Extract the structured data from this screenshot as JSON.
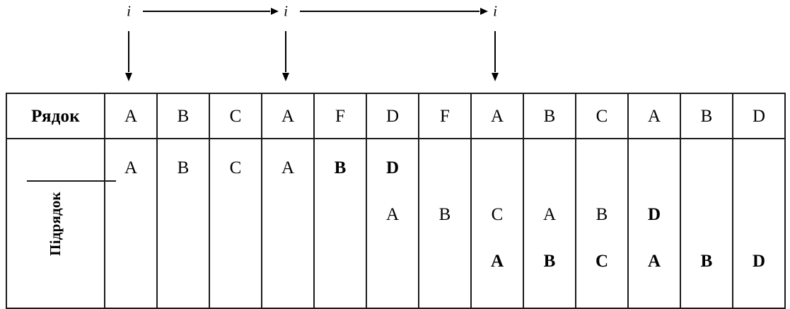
{
  "diagram": {
    "title_row_label": "Рядок",
    "title_sub_label": "Підрядок",
    "pointer_symbol": "i",
    "pointers": [
      {
        "label": "i",
        "target_column_index": 1,
        "target_letter": "A"
      },
      {
        "label": "i",
        "target_column_index": 4,
        "target_letter": "A"
      },
      {
        "label": "i",
        "target_column_index": 8,
        "target_letter": "A"
      }
    ],
    "colors": {
      "border": "#1a1a1a",
      "text": "#000000",
      "background": "#ffffff",
      "arrow": "#000000"
    }
  },
  "table": {
    "row_label": "Рядок",
    "sub_label": "Підрядок",
    "header_cells": [
      "A",
      "B",
      "C",
      "A",
      "F",
      "D",
      "F",
      "A",
      "B",
      "C",
      "A",
      "B",
      "D"
    ],
    "body_lines": [
      {
        "name": "attempt-1",
        "cells": [
          {
            "text": "A",
            "bold": false
          },
          {
            "text": "B",
            "bold": false
          },
          {
            "text": "C",
            "bold": false
          },
          {
            "text": "A",
            "bold": false
          },
          {
            "text": "B",
            "bold": true
          },
          {
            "text": "D",
            "bold": true
          },
          {
            "text": "",
            "bold": false
          },
          {
            "text": "",
            "bold": false
          },
          {
            "text": "",
            "bold": false
          },
          {
            "text": "",
            "bold": false
          },
          {
            "text": "",
            "bold": false
          },
          {
            "text": "",
            "bold": false
          },
          {
            "text": "",
            "bold": false
          }
        ]
      },
      {
        "name": "attempt-2",
        "cells": [
          {
            "text": "",
            "bold": false
          },
          {
            "text": "",
            "bold": false
          },
          {
            "text": "",
            "bold": false
          },
          {
            "text": "",
            "bold": false
          },
          {
            "text": "",
            "bold": false
          },
          {
            "text": "A",
            "bold": false
          },
          {
            "text": "B",
            "bold": false
          },
          {
            "text": "C",
            "bold": false
          },
          {
            "text": "A",
            "bold": false
          },
          {
            "text": "B",
            "bold": false
          },
          {
            "text": "D",
            "bold": true
          },
          {
            "text": "",
            "bold": false
          },
          {
            "text": "",
            "bold": false
          }
        ]
      },
      {
        "name": "attempt-3",
        "cells": [
          {
            "text": "",
            "bold": false
          },
          {
            "text": "",
            "bold": false
          },
          {
            "text": "",
            "bold": false
          },
          {
            "text": "",
            "bold": false
          },
          {
            "text": "",
            "bold": false
          },
          {
            "text": "",
            "bold": false
          },
          {
            "text": "",
            "bold": false
          },
          {
            "text": "A",
            "bold": true
          },
          {
            "text": "B",
            "bold": true
          },
          {
            "text": "C",
            "bold": true
          },
          {
            "text": "A",
            "bold": true
          },
          {
            "text": "B",
            "bold": true
          },
          {
            "text": "D",
            "bold": true
          }
        ]
      }
    ]
  }
}
